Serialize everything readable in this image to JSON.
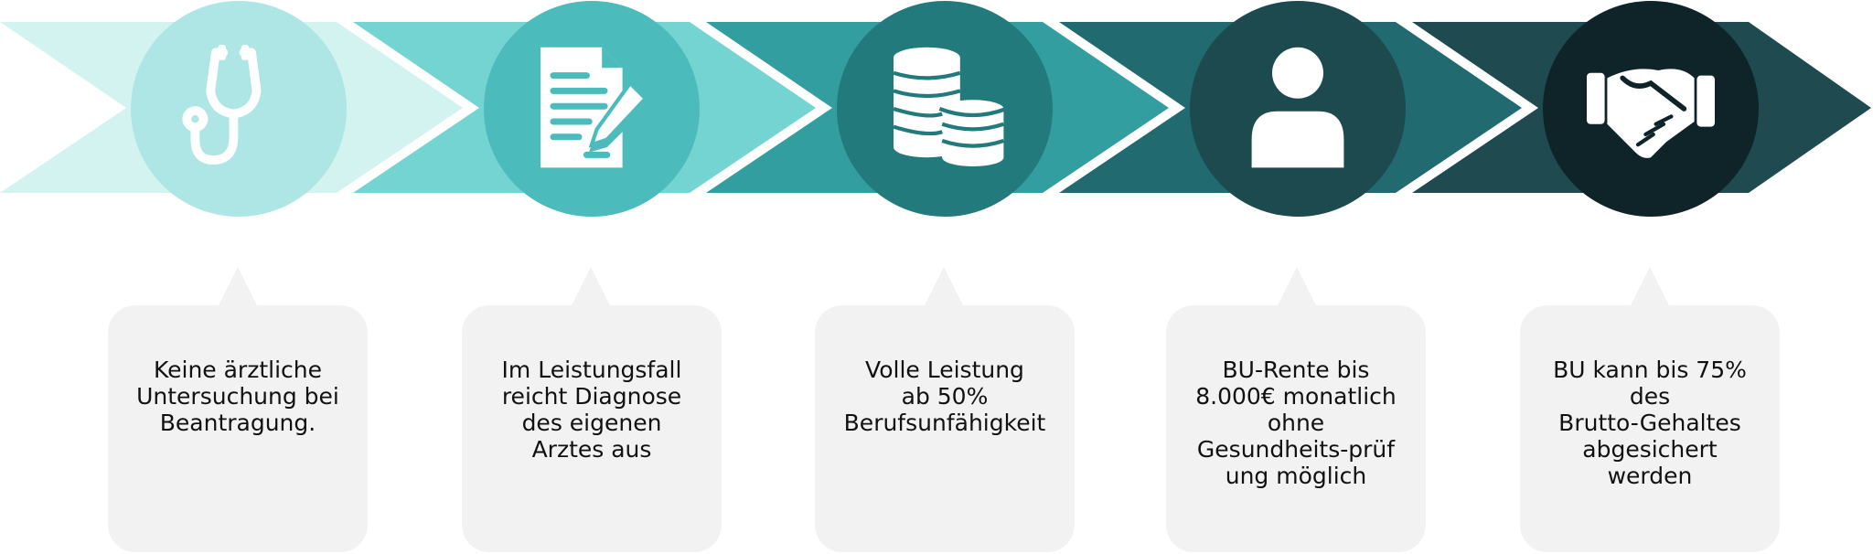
{
  "colors": {
    "arrow_1": "#d3f3f1",
    "arrow_2": "#74d4d2",
    "arrow_3": "#329ea0",
    "arrow_4": "#216a6f",
    "arrow_5": "#1f4a50",
    "circle_1": "#ade6e4",
    "circle_2": "#4bbbbb",
    "circle_3": "#227a7c",
    "circle_4": "#1c4a4f",
    "circle_5": "#0f2429",
    "card_background": "#f2f2f2"
  },
  "steps": [
    {
      "icon": "stethoscope-icon",
      "text": "Keine ärztliche\nUntersuchung bei\nBeantragung."
    },
    {
      "icon": "document-pen-icon",
      "text": "Im Leistungsfall\nreicht Diagnose\ndes eigenen\nArztes aus"
    },
    {
      "icon": "coins-icon",
      "text": "Volle Leistung\nab 50%\nBerufsunfähigkeit"
    },
    {
      "icon": "person-icon",
      "text": "BU-Rente bis\n8.000€ monatlich\nohne\nGesundheits-prüf\nung möglich"
    },
    {
      "icon": "handshake-icon",
      "text": "BU kann bis 75%\ndes\nBrutto-Gehaltes\nabgesichert\nwerden"
    }
  ]
}
